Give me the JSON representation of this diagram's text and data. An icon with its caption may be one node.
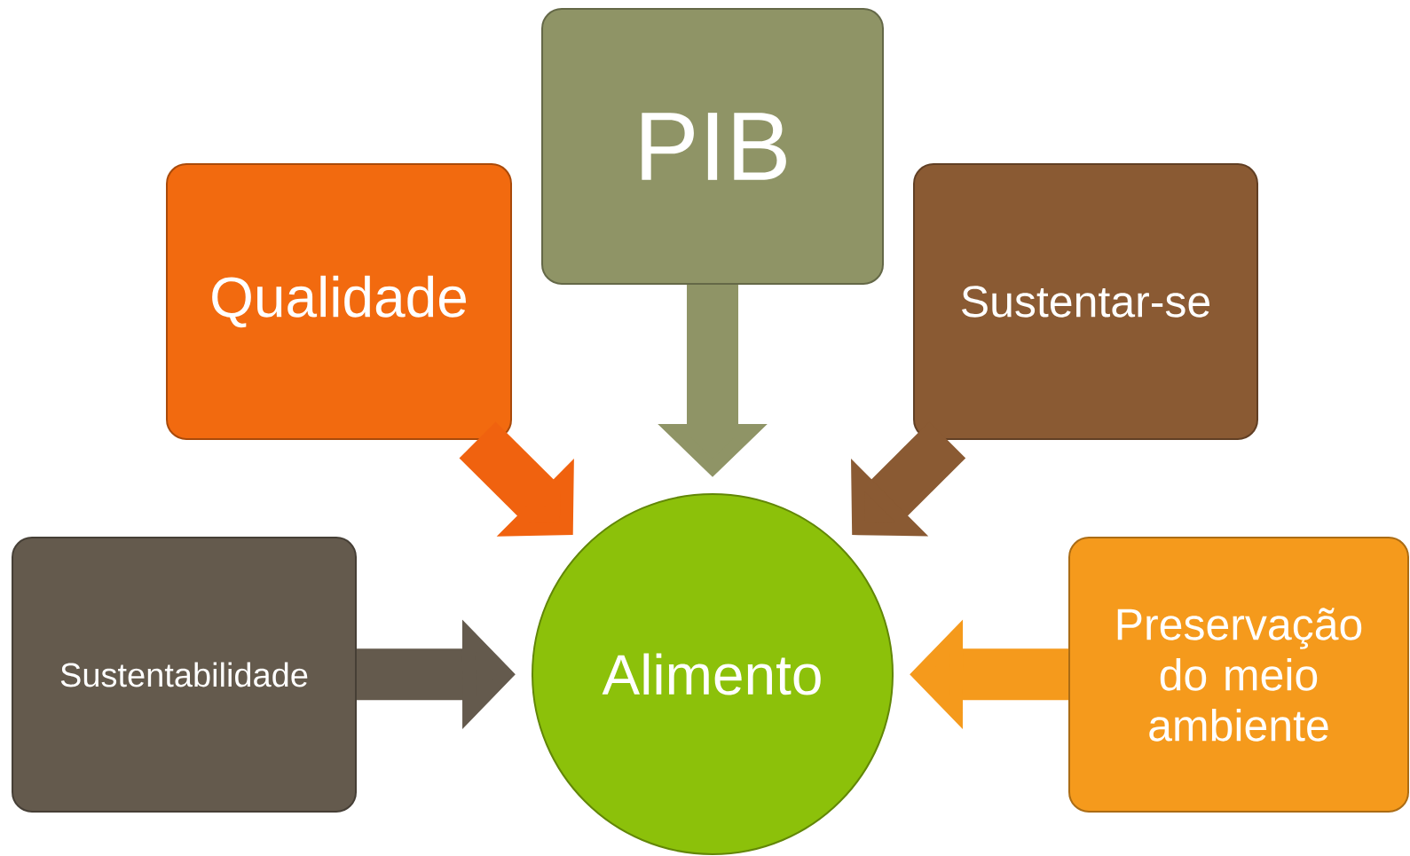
{
  "diagram": {
    "nodes": [
      {
        "text": [
          "PIB"
        ]
      },
      {
        "text": [
          "Qualidade"
        ]
      },
      {
        "text": [
          "Sustentar-se"
        ]
      },
      {
        "text": [
          "Sustentabilidade"
        ]
      },
      {
        "text": [
          "Alimento"
        ]
      },
      {
        "text": [
          "Preservação do meio ambiente"
        ]
      }
    ],
    "edges": [
      {
        "from": 0,
        "to": 4,
        "arrow": "to",
        "color": "#8f9466"
      },
      {
        "from": 1,
        "to": 4,
        "arrow": "to",
        "color": "#f0620f"
      },
      {
        "from": 2,
        "to": 4,
        "arrow": "to",
        "color": "#8a5a33"
      },
      {
        "from": 3,
        "to": 4,
        "arrow": "to",
        "color": "#645a4d"
      },
      {
        "from": 5,
        "to": 4,
        "arrow": "to",
        "color": "#f59a1c"
      }
    ]
  }
}
